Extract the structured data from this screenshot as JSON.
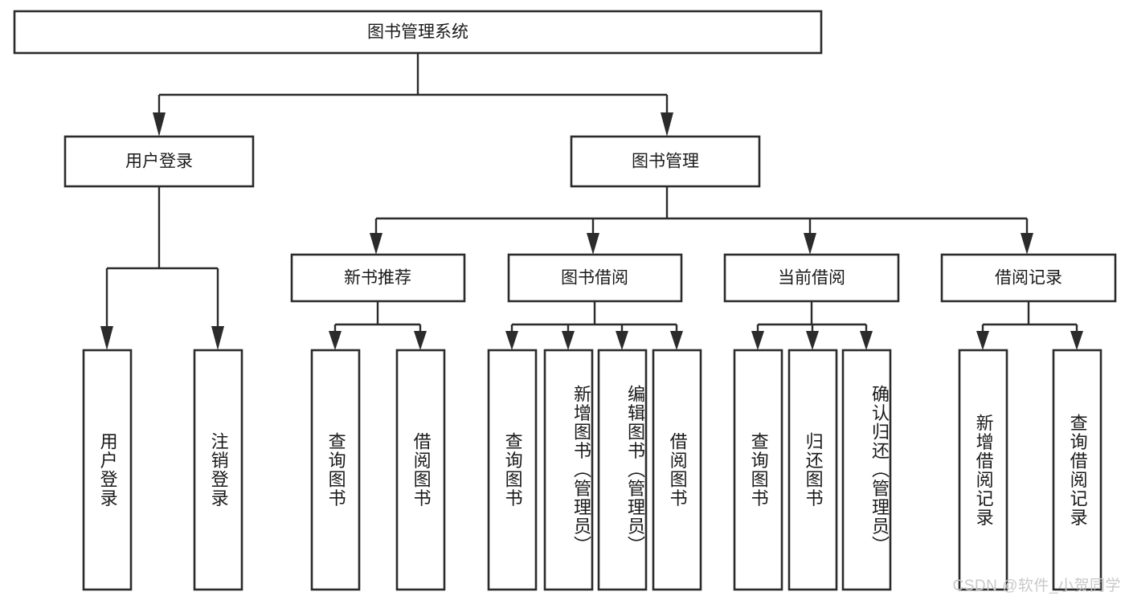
{
  "diagram": {
    "type": "tree-hierarchy",
    "title": "图书管理系统",
    "watermark": "CSDN @软件_小贺同学",
    "colors": {
      "stroke": "#2b2b2b",
      "box_fill": "#ffffff",
      "text": "#1a1a1a",
      "watermark": "#c9c9c9",
      "background": "#ffffff"
    },
    "root": {
      "label": "图书管理系统"
    },
    "level2": [
      {
        "label": "用户登录"
      },
      {
        "label": "图书管理"
      }
    ],
    "level3": [
      {
        "label": "新书推荐"
      },
      {
        "label": "图书借阅"
      },
      {
        "label": "当前借阅"
      },
      {
        "label": "借阅记录"
      }
    ],
    "leaves": {
      "user_login": [
        {
          "label": "用户登录"
        },
        {
          "label": "注销登录"
        }
      ],
      "new_book_recommend": [
        {
          "label": "查询图书"
        },
        {
          "label": "借阅图书"
        }
      ],
      "book_borrow": [
        {
          "label": "查询图书"
        },
        {
          "label": "新增图书（管理员）"
        },
        {
          "label": "编辑图书（管理员）"
        },
        {
          "label": "借阅图书"
        }
      ],
      "current_borrow": [
        {
          "label": "查询图书"
        },
        {
          "label": "归还图书"
        },
        {
          "label": "确认归还（管理员）"
        }
      ],
      "borrow_record": [
        {
          "label": "新增借阅记录"
        },
        {
          "label": "查询借阅记录"
        }
      ]
    }
  }
}
